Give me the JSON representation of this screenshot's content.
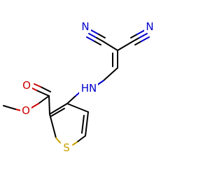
{
  "molecule": {
    "atoms": {
      "n_top_left": {
        "symbol": "N",
        "color": "#0000cc"
      },
      "n_top_right": {
        "symbol": "N",
        "color": "#0000cc"
      },
      "nh": {
        "symbol": "HN",
        "color": "#0000cc"
      },
      "o_carbonyl": {
        "symbol": "O",
        "color": "#cc0000"
      },
      "o_ester": {
        "symbol": "O",
        "color": "#cc0000"
      },
      "s_ring": {
        "symbol": "S",
        "color": "#c8a000"
      }
    }
  }
}
